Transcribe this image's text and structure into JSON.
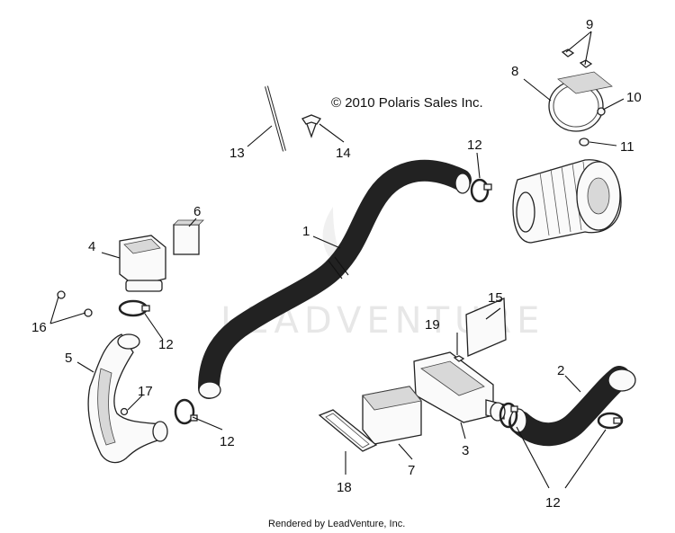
{
  "copyright": "© 2010 Polaris Sales Inc.",
  "watermark": "LEADVENTURE",
  "footer": "Rendered by LeadVenture, Inc.",
  "callouts": {
    "c1": "1",
    "c2": "2",
    "c3": "3",
    "c4": "4",
    "c5": "5",
    "c6": "6",
    "c7": "7",
    "c8": "8",
    "c9": "9",
    "c10": "10",
    "c11": "11",
    "c12a": "12",
    "c12b": "12",
    "c12c": "12",
    "c12d": "12",
    "c13": "13",
    "c14": "14",
    "c15": "15",
    "c16": "16",
    "c17": "17",
    "c18": "18",
    "c19": "19"
  }
}
